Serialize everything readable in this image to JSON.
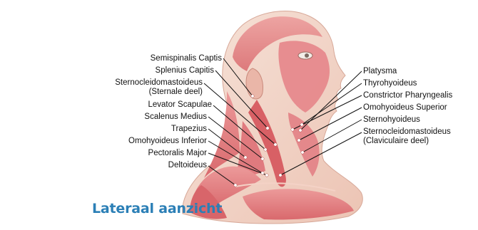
{
  "title": "Lateraal aanzicht",
  "left_labels": [
    {
      "id": "semispinalis-capitis",
      "lines": [
        "Semispinalis Captis"
      ]
    },
    {
      "id": "splenius-capitis",
      "lines": [
        "Splenius Capitis"
      ]
    },
    {
      "id": "sternocleidomastoideus-sternale",
      "lines": [
        "Sternocleidomastoideus",
        "(Sternale deel)"
      ]
    },
    {
      "id": "levator-scapulae",
      "lines": [
        "Levator Scapulae"
      ]
    },
    {
      "id": "scalenus-medius",
      "lines": [
        "Scalenus Medius"
      ]
    },
    {
      "id": "trapezius",
      "lines": [
        "Trapezius"
      ]
    },
    {
      "id": "omohyoideus-inferior",
      "lines": [
        "Omohyoideus Inferior"
      ]
    },
    {
      "id": "pectoralis-major",
      "lines": [
        "Pectoralis Major"
      ]
    },
    {
      "id": "deltoideus",
      "lines": [
        "Deltoideus"
      ]
    }
  ],
  "right_labels": [
    {
      "id": "platysma",
      "lines": [
        "Platysma"
      ]
    },
    {
      "id": "thyrohyoideus",
      "lines": [
        "Thyrohyoideus"
      ]
    },
    {
      "id": "constrictor-pharyngealis",
      "lines": [
        "Constrictor Pharyngealis"
      ]
    },
    {
      "id": "omohyoideus-superior",
      "lines": [
        "Omohyoideus Superior"
      ]
    },
    {
      "id": "sternohyoideus",
      "lines": [
        "Sternohyoideus"
      ]
    },
    {
      "id": "sternocleidomastoideus-claviculaire",
      "lines": [
        "Sternocleidomastoideus",
        "(Claviculaire deel)"
      ]
    }
  ],
  "colors": {
    "title": "#2b7fb6",
    "skin": "#f2d6c9",
    "muscle": "#e0787c",
    "muscle_dark": "#c65a5f",
    "leader": "#111111",
    "dot": "#ffffff"
  }
}
